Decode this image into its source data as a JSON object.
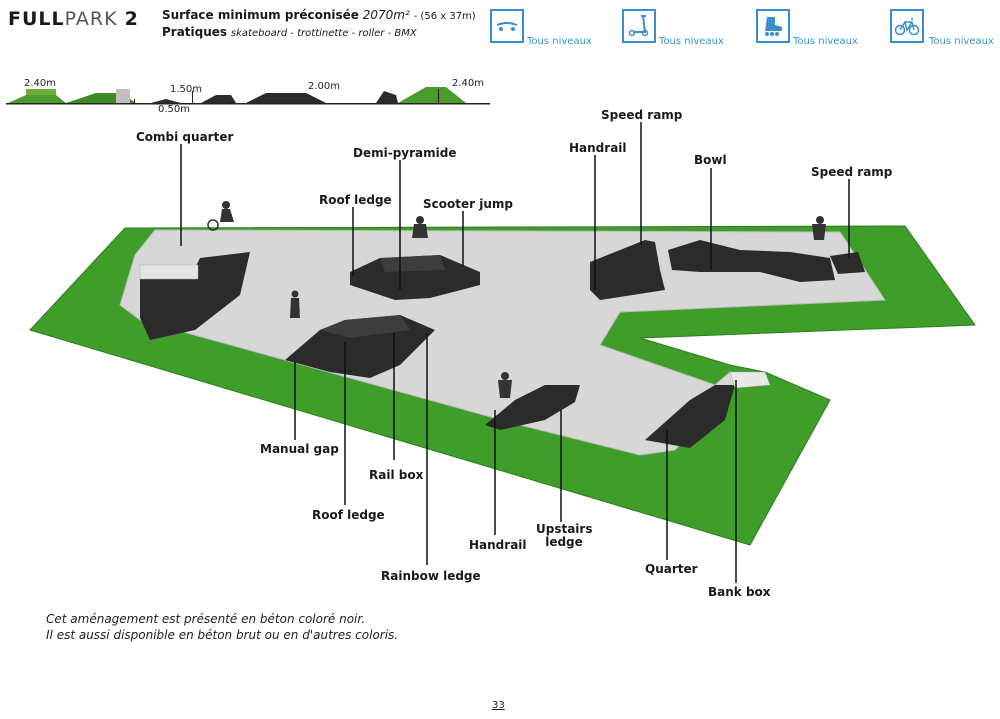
{
  "brand": {
    "bold": "FULL",
    "light": "PARK",
    "number": "2"
  },
  "spec": {
    "surface_label": "Surface minimum préconisée",
    "surface_value": "2070m²",
    "surface_dims": "- (56 x 37m)",
    "practices_label": "Pratiques",
    "practices_list": "skateboard - trottinette - roller - BMX"
  },
  "practices": [
    {
      "icon": "skateboard-icon",
      "level": "Tous niveaux"
    },
    {
      "icon": "scooter-icon",
      "level": "Tous niveaux"
    },
    {
      "icon": "roller-icon",
      "level": "Tous niveaux"
    },
    {
      "icon": "bmx-icon",
      "level": "Tous niveaux"
    }
  ],
  "profile_dims": [
    "2.40m",
    "1.50m",
    "0.50m",
    "2.00m",
    "2.40m"
  ],
  "labels": [
    "Combi quarter",
    "Demi-pyramide",
    "Roof ledge",
    "Scooter jump",
    "Handrail",
    "Speed ramp",
    "Bowl",
    "Speed ramp",
    "Manual gap",
    "Rail box",
    "Roof ledge",
    "Rainbow ledge",
    "Handrail",
    "Upstairs ledge",
    "Quarter",
    "Bank box"
  ],
  "note": {
    "line1": "Cet aménagement est présenté en béton coloré noir.",
    "line2": "Il est aussi disponible en béton brut ou en d'autres coloris."
  },
  "page_number": "33",
  "colors": {
    "accent": "#3a8fd0",
    "grass": "#3f9e2a",
    "concrete": "#d9d9d9",
    "module": "#2b2b2b"
  }
}
